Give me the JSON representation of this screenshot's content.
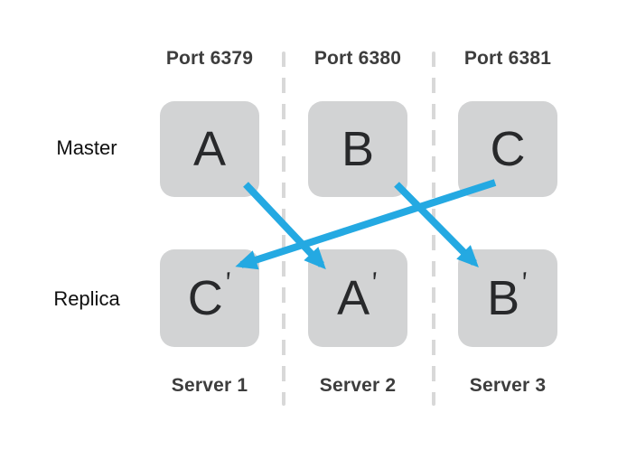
{
  "colors": {
    "arrow_blue": "#24a9e2",
    "box_gray": "#d2d3d4",
    "dash_gray": "#d8d8d8",
    "letter_dark": "#28292b",
    "heading_gray": "#3d3d3d",
    "row_label_black": "#0f0f0f"
  },
  "row_labels": {
    "master": "Master",
    "replica": "Replica"
  },
  "columns": [
    {
      "port_label": "Port 6379",
      "server_label": "Server 1",
      "master_node": "A",
      "replica_node": "C",
      "replica_prime": "′"
    },
    {
      "port_label": "Port 6380",
      "server_label": "Server 2",
      "master_node": "B",
      "replica_node": "A",
      "replica_prime": "′"
    },
    {
      "port_label": "Port 6381",
      "server_label": "Server 3",
      "master_node": "C",
      "replica_node": "B",
      "replica_prime": "′"
    }
  ],
  "arrows": [
    {
      "source": "A",
      "target": "A′"
    },
    {
      "source": "B",
      "target": "B′"
    },
    {
      "source": "C",
      "target": "C′"
    }
  ]
}
